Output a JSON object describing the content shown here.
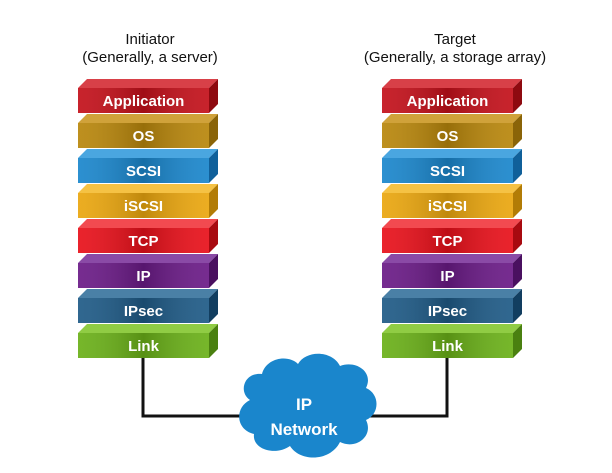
{
  "initiator": {
    "title": "Initiator",
    "subtitle": "(Generally, a server)"
  },
  "target": {
    "title": "Target",
    "subtitle": "(Generally, a storage array)"
  },
  "layers": [
    {
      "label": "Application",
      "color": "#c3101a",
      "top": "#d84048",
      "side": "#8e0a10"
    },
    {
      "label": "OS",
      "color": "#b8860b",
      "top": "#d0a23a",
      "side": "#8a6408"
    },
    {
      "label": "SCSI",
      "color": "#1a86cc",
      "top": "#4aa6e0",
      "side": "#10609a"
    },
    {
      "label": "iSCSI",
      "color": "#eaa60e",
      "top": "#f5c244",
      "side": "#b27c06"
    },
    {
      "label": "TCP",
      "color": "#e8101a",
      "top": "#f24a50",
      "side": "#a80a10"
    },
    {
      "label": "IP",
      "color": "#6a1a86",
      "top": "#8a4aa6",
      "side": "#4a1060"
    },
    {
      "label": "IPsec",
      "color": "#1e5a86",
      "top": "#4a80a6",
      "side": "#123e60"
    },
    {
      "label": "Link",
      "color": "#6ab018",
      "top": "#90cc44",
      "side": "#4a8010"
    }
  ],
  "network": {
    "line1": "IP",
    "line2": "Network",
    "color": "#1a86cc"
  }
}
